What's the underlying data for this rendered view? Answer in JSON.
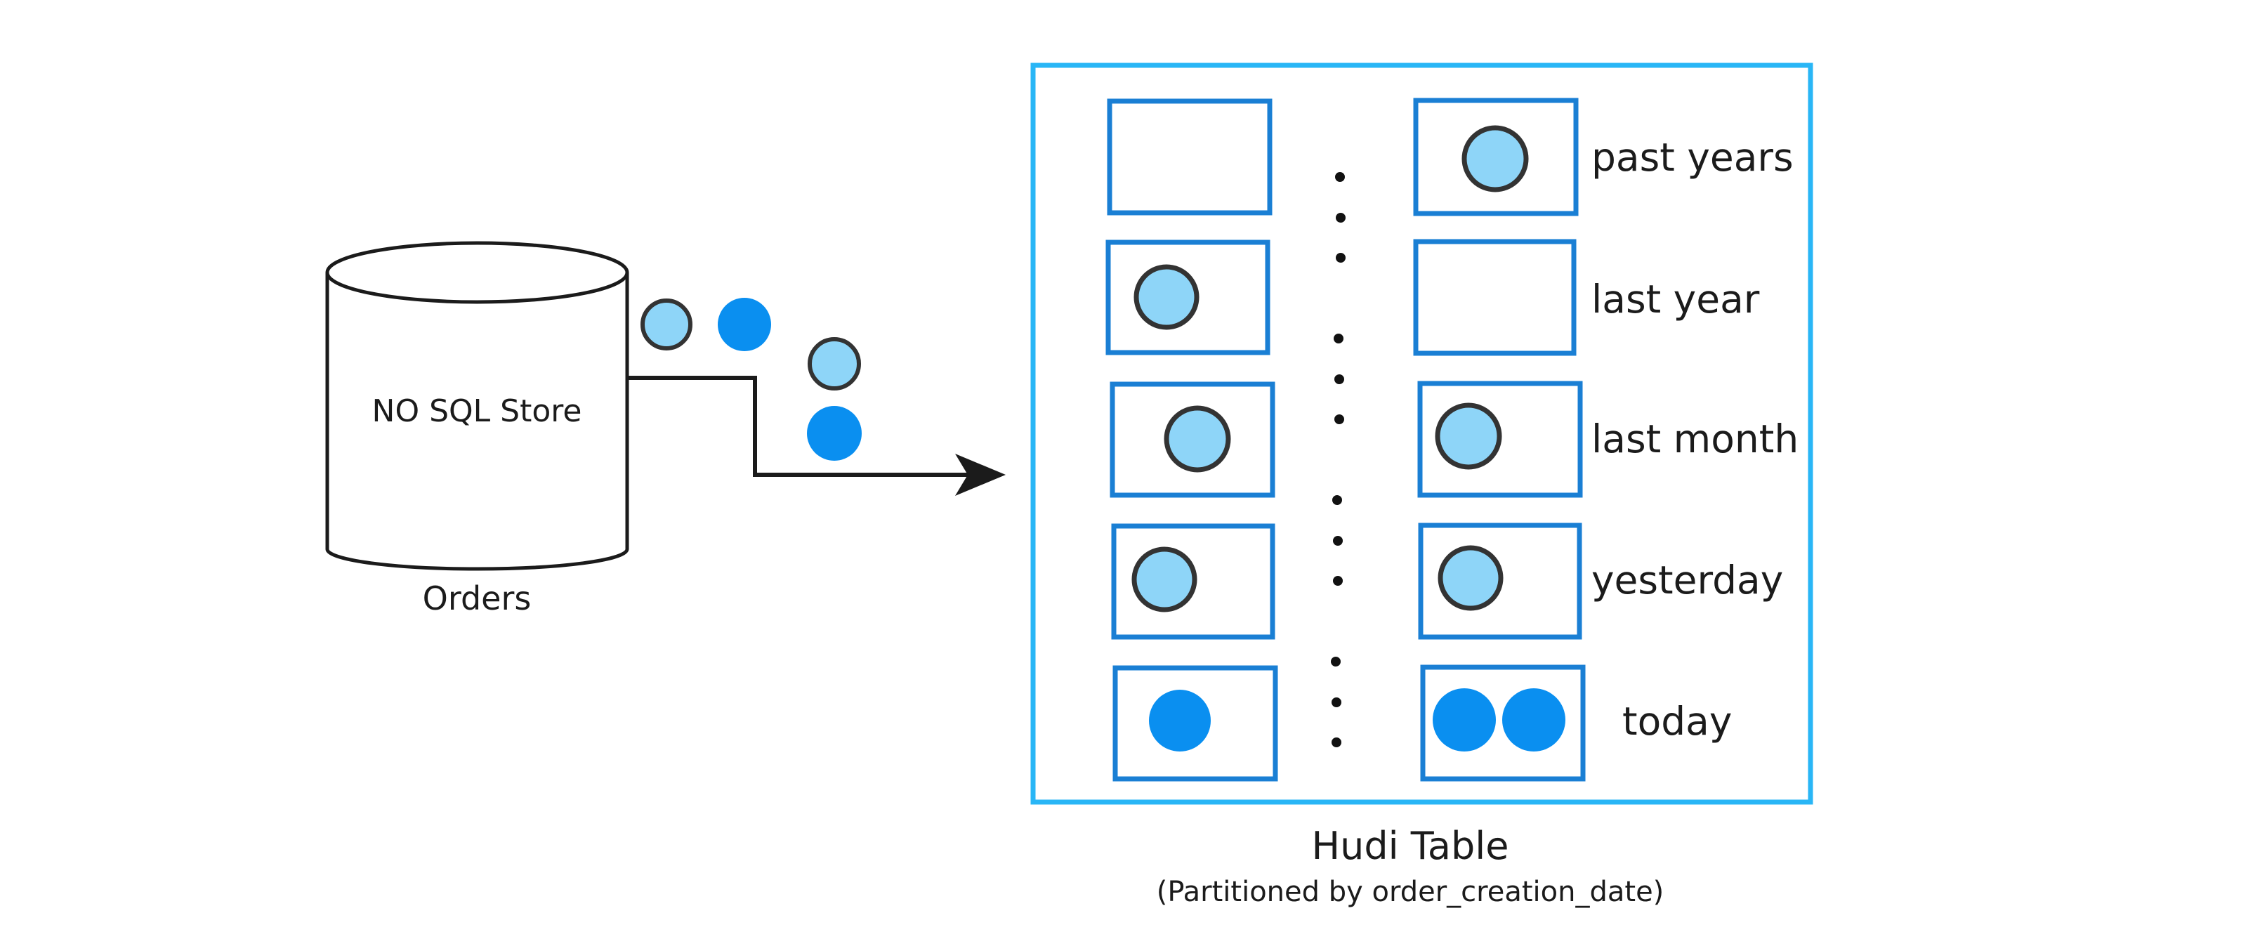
{
  "diagram": {
    "title_caption": "Hudi Table",
    "subtitle_caption": "(Partitioned by order_creation_date)",
    "source": {
      "label": "NO SQL Store",
      "caption": "Orders"
    },
    "flow": {
      "arrow_name": "ingest-arrow",
      "in_flight_records": [
        {
          "kind": "existing-record",
          "color": "#8ed5f8",
          "outlined": true
        },
        {
          "kind": "new-record",
          "color": "#0a8ff0",
          "outlined": false
        },
        {
          "kind": "existing-record",
          "color": "#8ed5f8",
          "outlined": true
        },
        {
          "kind": "new-record",
          "color": "#0a8ff0",
          "outlined": false
        }
      ]
    },
    "partitions": [
      {
        "label": "past years",
        "left_box": {
          "records": []
        },
        "right_box": {
          "records": [
            {
              "kind": "existing-record",
              "color": "#8ed5f8",
              "outlined": true
            }
          ]
        }
      },
      {
        "label": "last year",
        "left_box": {
          "records": [
            {
              "kind": "existing-record",
              "color": "#8ed5f8",
              "outlined": true
            }
          ]
        },
        "right_box": {
          "records": []
        }
      },
      {
        "label": "last month",
        "left_box": {
          "records": [
            {
              "kind": "existing-record",
              "color": "#8ed5f8",
              "outlined": true
            }
          ]
        },
        "right_box": {
          "records": [
            {
              "kind": "existing-record",
              "color": "#8ed5f8",
              "outlined": true
            }
          ]
        }
      },
      {
        "label": "yesterday",
        "left_box": {
          "records": [
            {
              "kind": "existing-record",
              "color": "#8ed5f8",
              "outlined": true
            }
          ]
        },
        "right_box": {
          "records": [
            {
              "kind": "existing-record",
              "color": "#8ed5f8",
              "outlined": true
            }
          ]
        }
      },
      {
        "label": "today",
        "left_box": {
          "records": [
            {
              "kind": "new-record",
              "color": "#0a8ff0",
              "outlined": false
            }
          ]
        },
        "right_box": {
          "records": [
            {
              "kind": "new-record",
              "color": "#0a8ff0",
              "outlined": false
            },
            {
              "kind": "new-record",
              "color": "#0a8ff0",
              "outlined": false
            }
          ]
        }
      }
    ],
    "ellipsis_groups": 4,
    "colors": {
      "record_light": "#8ed5f8",
      "record_dark": "#0a8ff0",
      "record_outline": "#333333",
      "file_box_border": "#1a7fd4",
      "table_border": "#29b6f6",
      "stroke": "#1b1b1b",
      "background": "#ffffff"
    }
  }
}
